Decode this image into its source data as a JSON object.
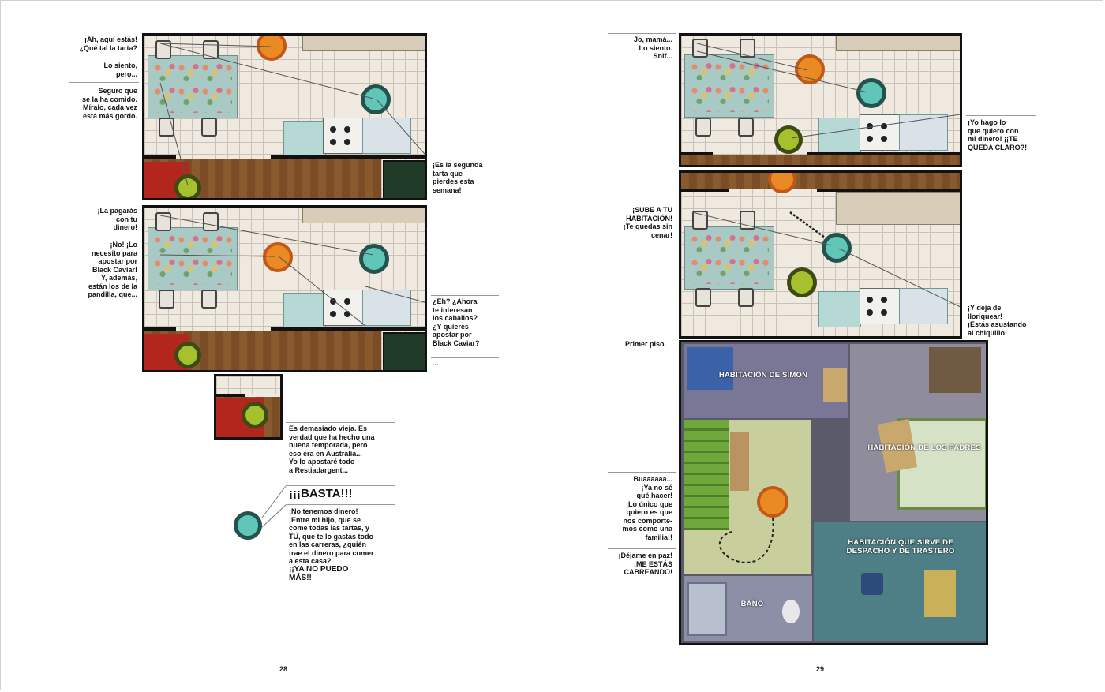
{
  "left_page": {
    "page_number": "28",
    "panel1": {
      "dialogue": [
        "¡Ah, aquí estás!\n¿Qué tal la tarta?",
        "Lo siento,\npero...",
        "Seguro que\nse la ha comido.\nMíralo, cada vez\nestá más gordo."
      ],
      "right_dialogue": "¡Es la segunda\ntarta que\npierdes esta\nsemana!"
    },
    "panel2": {
      "dialogue": [
        "¡La pagarás\ncon tu\ndinero!",
        "¡No! ¡Lo\nnecesito para\napostar por\nBlack Caviar!\nY, además,\nestán los de la\npandilla, que..."
      ],
      "right_dialogue": "¿Eh? ¿Ahora\nte interesan\nlos caballos?\n¿Y quieres\napostar por\nBlack Caviar?",
      "ellipsis": "..."
    },
    "panel3": {
      "dialogue": "Es demasiado vieja. Es\nverdad que ha hecho una\nbuena temporada, pero\neso era en Australia...\nYo lo apostaré todo\na Restiadargent..."
    },
    "shout": {
      "title": "¡¡¡BASTA!!!",
      "body": "¡No tenemos dinero!\n¡Entre mi hijo, que se\ncome todas las tartas, y\nTÚ, que te lo gastas todo\nen las carreras, ¿quién\ntrae el dinero para comer\na esta casa?",
      "final": "¡¡YA NO PUEDO\nMÁS!!"
    }
  },
  "right_page": {
    "page_number": "29",
    "panel1": {
      "dialogue": "Jo, mamá...\nLo siento.\nSnif...",
      "right_dialogue": "¡Yo hago lo\nque quiero con\nmi dinero! ¡¡TE\nQUEDA CLARO?!"
    },
    "panel2": {
      "dialogue": "¡SUBE A TU\nHABITACIÓN!\n¡Te quedas sin\ncenar!",
      "right_dialogue": "¡Y deja de\nlloriquear!\n¡Estás asustando\nal chiquillo!"
    },
    "floor": {
      "title": "Primer piso",
      "rooms": [
        "HABITACIÓN DE SIMON",
        "HABITACIÓN DE LOS PADRES",
        "HABITACIÓN QUE SIRVE DE\nDESPACHO Y DE TRASTERO",
        "BAÑO"
      ],
      "dialogue": [
        "Buaaaaaa...\n¡Ya no sé\nqué hacer!\n¡Lo único que\nquiero es que\nnos comporte-\nmos como una\nfamilia!!",
        "¡Déjame en paz!\n¡ME ESTÁS\nCABREANDO!"
      ]
    }
  },
  "colors": {
    "orange_token": "#ea8a23",
    "teal_token": "#5fc6b8",
    "green_token": "#a6c12e",
    "panel_border": "#111111"
  }
}
